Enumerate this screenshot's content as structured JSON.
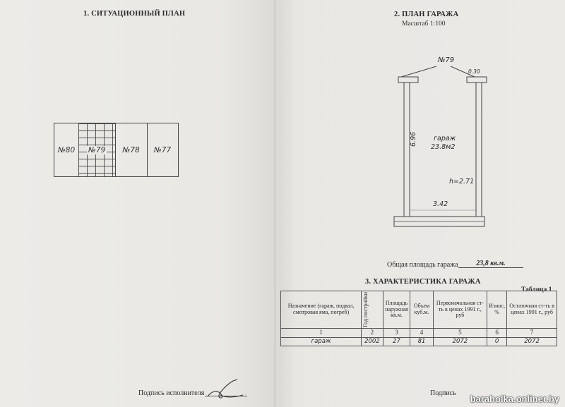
{
  "left": {
    "section1_title": "1. СИТУАЦИОННЫЙ ПЛАН",
    "site_plan": [
      "№80",
      "№79",
      "№78",
      "№77"
    ],
    "signature_label": "Подпись исполнителя"
  },
  "right": {
    "section2_title": "2. ПЛАН ГАРАЖА",
    "scale": "Масштаб 1:100",
    "plan": {
      "number": "№79",
      "wall": "0.30",
      "room_name": "гараж",
      "room_area": "23.8м2",
      "length": "6.96",
      "height": "h=2.71",
      "width": "3.42"
    },
    "total_area_label": "Общая площадь гаража",
    "total_area_value": "23,8 кв.м.",
    "section3_title": "3. ХАРАКТЕРИСТИКА ГАРАЖА",
    "table_label": "Таблица 1",
    "table": {
      "headers": [
        "Назначение (гараж, подвал, смотровая яма, погреб)",
        "Год постройки",
        "Площадь наружная кв.м.",
        "Объем куб.м.",
        "Первоначальная ст-ть в ценах 1991 г., руб",
        "Износ, %",
        "Остаточная ст-ть в ценах 1991 г., руб"
      ],
      "numbers": [
        "1",
        "2",
        "3",
        "4",
        "5",
        "6",
        "7"
      ],
      "values": [
        "гараж",
        "2002",
        "27",
        "81",
        "2072",
        "0",
        "2072"
      ]
    },
    "signature_label": "Подпись"
  },
  "watermark": "baraholka.onliner.by",
  "colors": {
    "paper": "#ebeae7",
    "ink": "#2a2a2a",
    "background": "#b9b6b2"
  }
}
